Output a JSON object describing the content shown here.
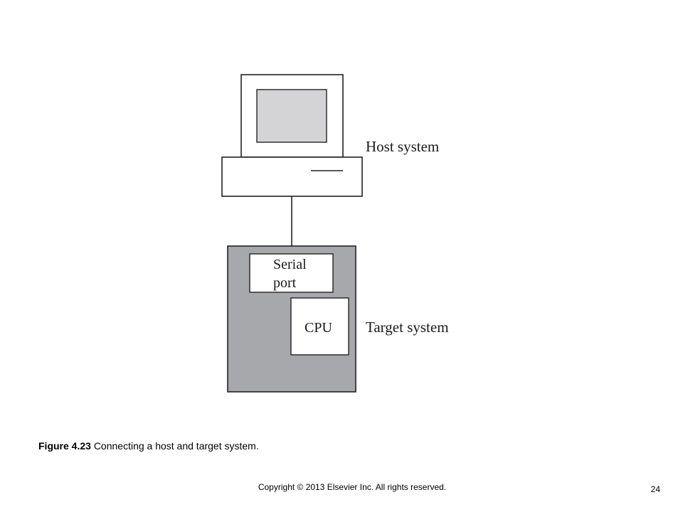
{
  "diagram": {
    "host_label": "Host system",
    "target_label": "Target system",
    "serial_port_label_line1": "Serial",
    "serial_port_label_line2": "port",
    "cpu_label": "CPU"
  },
  "caption": {
    "figure_number": "Figure 4.23",
    "text": "Connecting a host and target system."
  },
  "footer": {
    "copyright": "Copyright © 2013 Elsevier Inc. All rights reserved.",
    "page_number": "24"
  },
  "colors": {
    "screen_fill": "#d4d4d6",
    "target_fill": "#a7a8ac",
    "stroke": "#222222"
  }
}
